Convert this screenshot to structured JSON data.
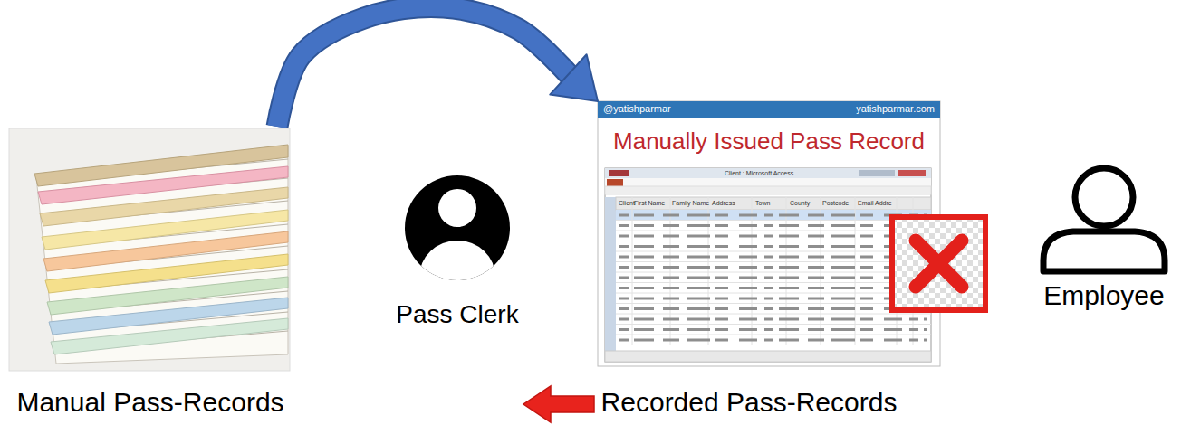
{
  "diagram": {
    "nodes": [
      {
        "text": [
          "Manual Pass-Records"
        ]
      },
      {
        "text": [
          "Pass Clerk"
        ]
      },
      {
        "text": [
          "@yatishparmar",
          "yatishparmar.com",
          "Manually Issued Pass Record",
          "Recorded Pass-Records"
        ]
      },
      {
        "text": [
          "Employee"
        ]
      }
    ],
    "edges": [
      {
        "from": 0,
        "to": 2,
        "arrow": "to"
      },
      {
        "from": 2,
        "to": 0,
        "arrow": "to"
      }
    ],
    "labels": [
      "Client : Microsoft Access",
      "Client",
      "First Name",
      "Family Name",
      "Address",
      "Town",
      "County",
      "Postcode",
      "Email Addre"
    ]
  }
}
